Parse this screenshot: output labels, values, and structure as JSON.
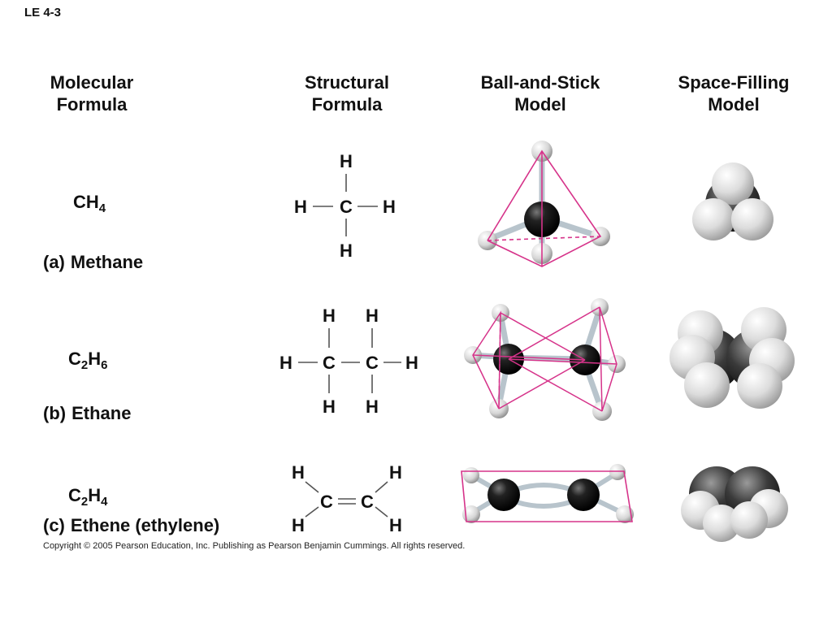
{
  "slide_label": "LE 4-3",
  "headers": {
    "molecular": "Molecular\nFormula",
    "structural": "Structural\nFormula",
    "ball_stick": "Ball-and-Stick\nModel",
    "space_filling": "Space-Filling\nModel"
  },
  "molecules": [
    {
      "letter": "(a)",
      "name": "Methane",
      "formula": {
        "parts": [
          {
            "el": "CH",
            "sub": "4"
          }
        ]
      },
      "structural": {
        "h": "H",
        "c": "C"
      }
    },
    {
      "letter": "(b)",
      "name": "Ethane",
      "formula": {
        "parts": [
          {
            "el": "C",
            "sub": "2"
          },
          {
            "el": "H",
            "sub": "6"
          }
        ]
      },
      "structural": {
        "h": "H",
        "c": "C"
      }
    },
    {
      "letter": "(c)",
      "name": "Ethene (ethylene)",
      "formula": {
        "parts": [
          {
            "el": "C",
            "sub": "2"
          },
          {
            "el": "H",
            "sub": "4"
          }
        ]
      },
      "structural": {
        "h": "H",
        "c": "C"
      }
    }
  ],
  "copyright": "Copyright © 2005 Pearson Education, Inc. Publishing as Pearson Benjamin Cummings. All rights reserved.",
  "colors": {
    "bond_line": "#555555",
    "tetra_outline": "#d6338a",
    "carbon": "#111111",
    "hydrogen": "#e8e8e8",
    "stick": "#b8c4cc"
  }
}
